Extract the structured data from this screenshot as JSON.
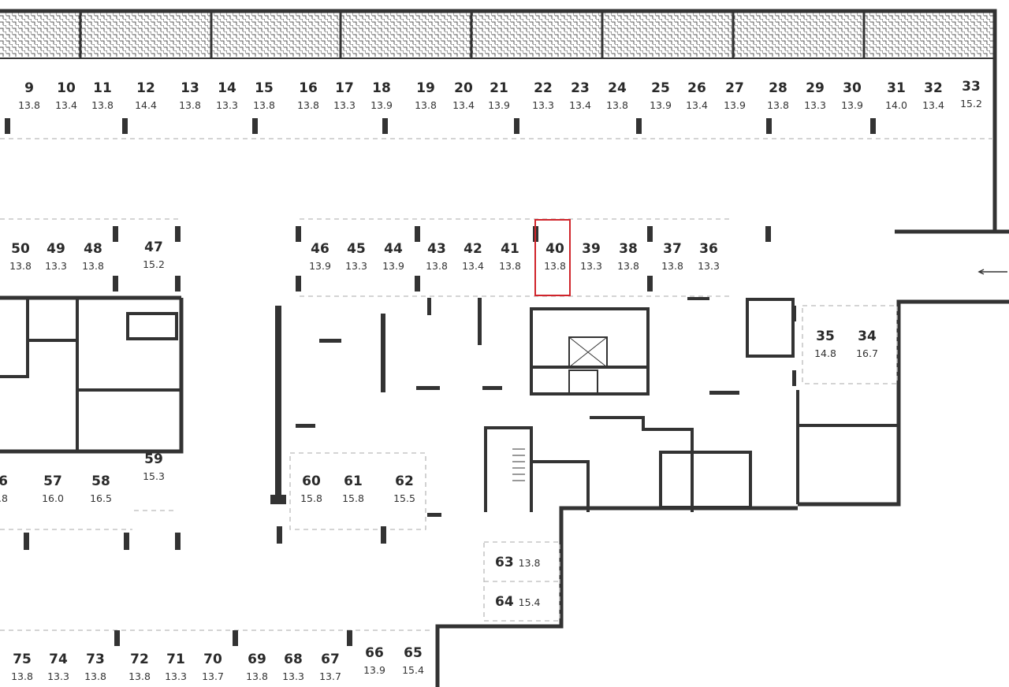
{
  "plan": {
    "selected_spot": "40",
    "selected_color": "#d0242b",
    "wall_color": "#333333",
    "spots": [
      {
        "n": "9",
        "a": "13.8"
      },
      {
        "n": "10",
        "a": "13.4"
      },
      {
        "n": "11",
        "a": "13.8"
      },
      {
        "n": "12",
        "a": "14.4"
      },
      {
        "n": "13",
        "a": "13.8"
      },
      {
        "n": "14",
        "a": "13.3"
      },
      {
        "n": "15",
        "a": "13.8"
      },
      {
        "n": "16",
        "a": "13.8"
      },
      {
        "n": "17",
        "a": "13.3"
      },
      {
        "n": "18",
        "a": "13.9"
      },
      {
        "n": "19",
        "a": "13.8"
      },
      {
        "n": "20",
        "a": "13.4"
      },
      {
        "n": "21",
        "a": "13.9"
      },
      {
        "n": "22",
        "a": "13.3"
      },
      {
        "n": "23",
        "a": "13.4"
      },
      {
        "n": "24",
        "a": "13.8"
      },
      {
        "n": "25",
        "a": "13.9"
      },
      {
        "n": "26",
        "a": "13.4"
      },
      {
        "n": "27",
        "a": "13.9"
      },
      {
        "n": "28",
        "a": "13.8"
      },
      {
        "n": "29",
        "a": "13.3"
      },
      {
        "n": "30",
        "a": "13.9"
      },
      {
        "n": "31",
        "a": "14.0"
      },
      {
        "n": "32",
        "a": "13.4"
      },
      {
        "n": "33",
        "a": "15.2"
      },
      {
        "n": "50",
        "a": "13.8"
      },
      {
        "n": "49",
        "a": "13.3"
      },
      {
        "n": "48",
        "a": "13.8"
      },
      {
        "n": "47",
        "a": "15.2"
      },
      {
        "n": "46",
        "a": "13.9"
      },
      {
        "n": "45",
        "a": "13.3"
      },
      {
        "n": "44",
        "a": "13.9"
      },
      {
        "n": "43",
        "a": "13.8"
      },
      {
        "n": "42",
        "a": "13.4"
      },
      {
        "n": "41",
        "a": "13.8"
      },
      {
        "n": "40",
        "a": "13.8"
      },
      {
        "n": "39",
        "a": "13.3"
      },
      {
        "n": "38",
        "a": "13.8"
      },
      {
        "n": "37",
        "a": "13.8"
      },
      {
        "n": "36",
        "a": "13.3"
      },
      {
        "n": "35",
        "a": "14.8"
      },
      {
        "n": "34",
        "a": "16.7"
      },
      {
        "n": "6",
        "a": ".8"
      },
      {
        "n": "57",
        "a": "16.0"
      },
      {
        "n": "58",
        "a": "16.5"
      },
      {
        "n": "59",
        "a": "15.3"
      },
      {
        "n": "60",
        "a": "15.8"
      },
      {
        "n": "61",
        "a": "15.8"
      },
      {
        "n": "62",
        "a": "15.5"
      },
      {
        "n": "63",
        "a": "13.8"
      },
      {
        "n": "64",
        "a": "15.4"
      },
      {
        "n": "75",
        "a": "13.8"
      },
      {
        "n": "74",
        "a": "13.3"
      },
      {
        "n": "73",
        "a": "13.8"
      },
      {
        "n": "72",
        "a": "13.8"
      },
      {
        "n": "71",
        "a": "13.3"
      },
      {
        "n": "70",
        "a": "13.7"
      },
      {
        "n": "69",
        "a": "13.8"
      },
      {
        "n": "68",
        "a": "13.3"
      },
      {
        "n": "67",
        "a": "13.7"
      },
      {
        "n": "66",
        "a": "13.9"
      },
      {
        "n": "65",
        "a": "15.4"
      }
    ]
  }
}
